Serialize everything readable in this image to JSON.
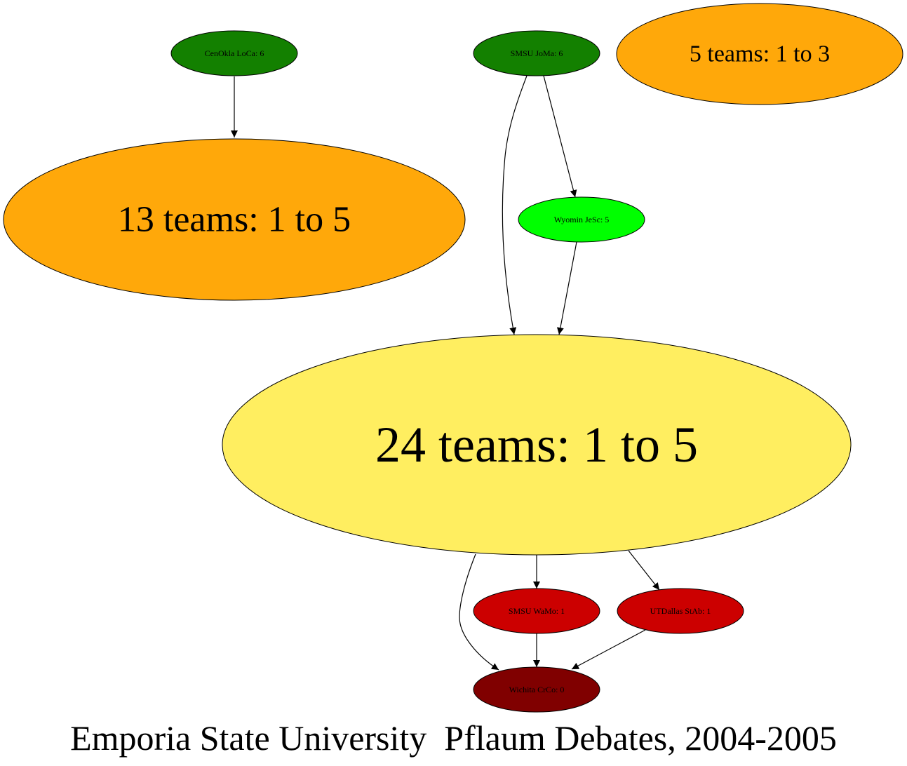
{
  "caption": "Emporia State University  Pflaum Debates, 2004-2005",
  "colors": {
    "dark_green": "#138000",
    "bright_green": "#00ff00",
    "orange": "#ffa80a",
    "yellow": "#ffee60",
    "red": "#cc0000",
    "dark_red": "#800000"
  },
  "nodes": {
    "cenokla": {
      "label": "CenOkla LoCa: 6",
      "color": "dark_green"
    },
    "smsu_joma": {
      "label": "SMSU JoMa: 6",
      "color": "dark_green"
    },
    "five_teams": {
      "label": "5 teams: 1 to 3",
      "color": "orange"
    },
    "thirteen_teams": {
      "label": "13 teams: 1 to 5",
      "color": "orange"
    },
    "wyomin": {
      "label": "Wyomin JeSc: 5",
      "color": "bright_green"
    },
    "twentyfour_teams": {
      "label": "24 teams: 1 to 5",
      "color": "yellow"
    },
    "smsu_wamo": {
      "label": "SMSU WaMo: 1",
      "color": "red"
    },
    "utdallas": {
      "label": "UTDallas StAb: 1",
      "color": "red"
    },
    "wichita": {
      "label": "Wichita CrCo: 0",
      "color": "dark_red"
    }
  },
  "edges": [
    {
      "from": "cenokla",
      "to": "thirteen_teams"
    },
    {
      "from": "smsu_joma",
      "to": "twentyfour_teams"
    },
    {
      "from": "smsu_joma",
      "to": "wyomin"
    },
    {
      "from": "wyomin",
      "to": "twentyfour_teams"
    },
    {
      "from": "twentyfour_teams",
      "to": "smsu_wamo"
    },
    {
      "from": "twentyfour_teams",
      "to": "utdallas"
    },
    {
      "from": "twentyfour_teams",
      "to": "wichita"
    },
    {
      "from": "smsu_wamo",
      "to": "wichita"
    },
    {
      "from": "utdallas",
      "to": "wichita"
    }
  ]
}
